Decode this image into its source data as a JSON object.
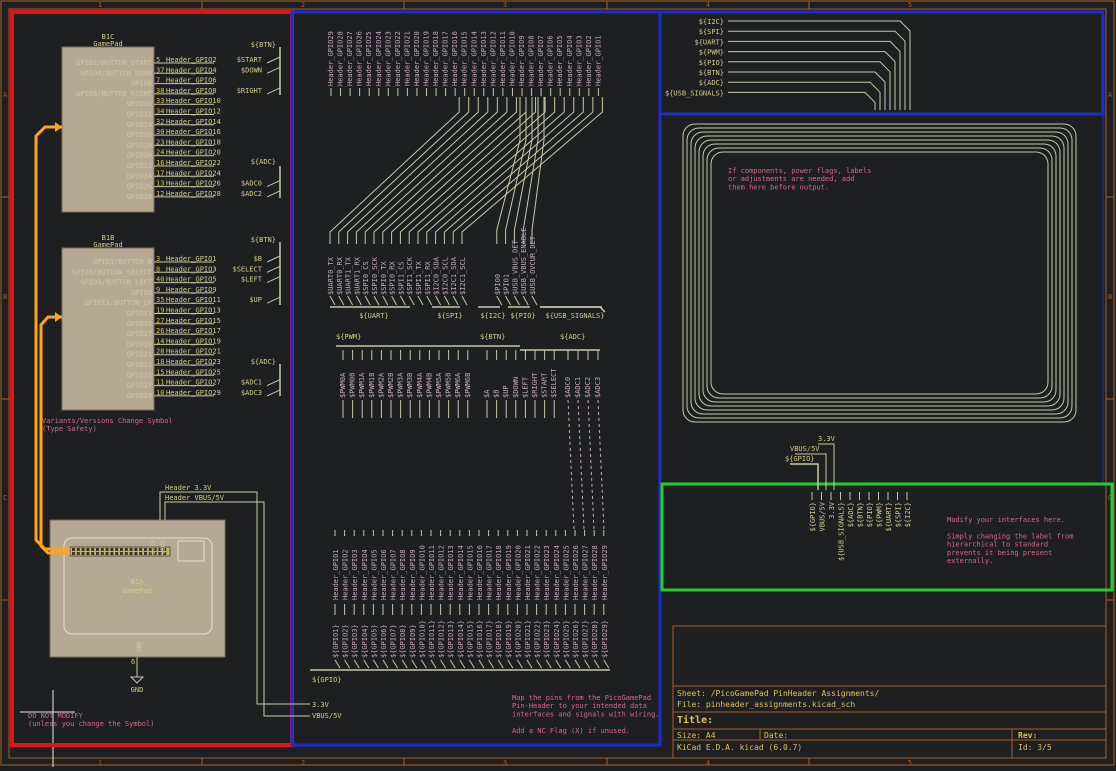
{
  "colors": {
    "bg": "#1d1f21",
    "frame": "#a95f25",
    "wire": "#c8c8a8",
    "label_red": "#c8aabe",
    "label_yellow": "#d4cb8c",
    "note_pink": "#d86a8a",
    "pin_num": "#e0c04c",
    "symbol_fill": "#b6a994",
    "box_red": "#e0151b",
    "box_blue": "#1a2bd0",
    "box_green": "#1fd02b",
    "orange_wire": "#ffa31a",
    "title_text": "#e0c060",
    "gpio_magenta": "#c33f9c"
  },
  "frame": {
    "col_labels": [
      "1",
      "2",
      "3",
      "4",
      "5"
    ],
    "row_labels": [
      "A",
      "B",
      "C"
    ]
  },
  "symbol_b1c": {
    "ref": "B1C",
    "name": "GamePad",
    "pins": [
      {
        "name": "GPIO2/BUTTON_START",
        "num": "5",
        "net": "Header_GPIO2",
        "label": "$START"
      },
      {
        "name": "GPIO4/BUTTON_DOWN",
        "num": "37",
        "net": "Header_GPIO4",
        "label": "$DOWN"
      },
      {
        "name": "GPIO6",
        "num": "7",
        "net": "Header_GPIO6",
        "label": ""
      },
      {
        "name": "GPIO8/BUTTON_RIGHT",
        "num": "38",
        "net": "Header_GPIO8",
        "label": "$RIGHT"
      },
      {
        "name": "GPIO10",
        "num": "33",
        "net": "Header_GPIO10",
        "label": ""
      },
      {
        "name": "GPIO12",
        "num": "34",
        "net": "Header_GPIO12",
        "label": ""
      },
      {
        "name": "GPIO14",
        "num": "32",
        "net": "Header_GPIO14",
        "label": ""
      },
      {
        "name": "GPIO16",
        "num": "30",
        "net": "Header_GPIO16",
        "label": ""
      },
      {
        "name": "GPIO18",
        "num": "23",
        "net": "Header_GPIO18",
        "label": ""
      },
      {
        "name": "GPIO20",
        "num": "24",
        "net": "Header_GPIO20",
        "label": ""
      },
      {
        "name": "GPIO22",
        "num": "16",
        "net": "Header_GPIO22",
        "label": ""
      },
      {
        "name": "GPIO24",
        "num": "17",
        "net": "Header_GPIO24",
        "label": ""
      },
      {
        "name": "GPIO26",
        "num": "13",
        "net": "Header_GPIO26",
        "label": "$ADC0"
      },
      {
        "name": "GPIO28",
        "num": "12",
        "net": "Header_GPIO28",
        "label": "$ADC2"
      }
    ],
    "bus_btn": "${BTN}",
    "bus_adc": "${ADC}"
  },
  "symbol_b1b": {
    "ref": "B1B",
    "name": "GamePad",
    "pins": [
      {
        "name": "GPIO1/BUTTON_B",
        "num": "3",
        "net": "Header_GPIO1",
        "label": "$B"
      },
      {
        "name": "GPIO3/BUTTON_SELECT",
        "num": "8",
        "net": "Header_GPIO3",
        "label": "$SELECT"
      },
      {
        "name": "GPIO5/BUTTON_LEFT",
        "num": "40",
        "net": "Header_GPIO5",
        "label": "$LEFT"
      },
      {
        "name": "GPIO9",
        "num": "9",
        "net": "Header_GPIO9",
        "label": ""
      },
      {
        "name": "GPIO11/BUTTON_UP",
        "num": "35",
        "net": "Header_GPIO11",
        "label": "$UP"
      },
      {
        "name": "GPIO13",
        "num": "19",
        "net": "Header_GPIO13",
        "label": ""
      },
      {
        "name": "GPIO15",
        "num": "27",
        "net": "Header_GPIO15",
        "label": ""
      },
      {
        "name": "GPIO17",
        "num": "26",
        "net": "Header_GPIO17",
        "label": ""
      },
      {
        "name": "GPIO19",
        "num": "14",
        "net": "Header_GPIO19",
        "label": ""
      },
      {
        "name": "GPIO21",
        "num": "28",
        "net": "Header_GPIO21",
        "label": ""
      },
      {
        "name": "GPIO23",
        "num": "18",
        "net": "Header_GPIO23",
        "label": ""
      },
      {
        "name": "GPIO25",
        "num": "15",
        "net": "Header_GPIO25",
        "label": ""
      },
      {
        "name": "GPIO27",
        "num": "11",
        "net": "Header_GPIO27",
        "label": "$ADC1"
      },
      {
        "name": "GPIO29",
        "num": "10",
        "net": "Header_GPIO29",
        "label": "$ADC3"
      }
    ],
    "bus_btn": "${BTN}",
    "bus_adc": "${ADC}"
  },
  "variants_note": [
    "Variants/Versions Change Symbol",
    "(Type Safety)"
  ],
  "symbol_b1a": {
    "ref": "B1A",
    "name": "GamePad",
    "pin_3v3": "3.3V",
    "pin_vbus": "VBUS",
    "gnd_pin": "GND",
    "gnd_num": "6",
    "gnd_label": "GND",
    "net_3v3": "Header_3.3V",
    "net_vbus": "Header_VBUS/5V"
  },
  "do_not_modify": [
    "DO NOT MODIFY",
    "(unless you change the Symbol)"
  ],
  "top_header_labels": [
    "Header_GPIO29",
    "Header_GPIO28",
    "Header_GPIO27",
    "Header_GPIO26",
    "Header_GPIO25",
    "Header_GPIO24",
    "Header_GPIO23",
    "Header_GPIO22",
    "Header_GPIO21",
    "Header_GPIO20",
    "Header_GPIO19",
    "Header_GPIO18",
    "Header_GPIO17",
    "Header_GPIO16",
    "Header_GPIO15",
    "Header_GPIO14",
    "Header_GPIO13",
    "Header_GPIO12",
    "Header_GPIO11",
    "Header_GPIO10",
    "Header_GPIO9",
    "Header_GPIO8",
    "Header_GPIO7",
    "Header_GPIO6",
    "Header_GPIO5",
    "Header_GPIO4",
    "Header_GPIO3",
    "Header_GPIO2",
    "Header_GPIO1"
  ],
  "bus_entry_labels": [
    "$UART0_TX",
    "$UART0_RX",
    "$UART1_TX",
    "$UART1_RX",
    "$SPI0_CS",
    "$SPI0_SCK",
    "$SPI0_TX",
    "$SPI0_RX",
    "$SPI1_CS",
    "$SPI1_SCK",
    "$SPI1_TX",
    "$SPI1_RX",
    "$I2C0_SDA",
    "$I2C0_SCL",
    "$I2C1_SDA",
    "$I2C1_SCL",
    "$PIO0",
    "$PIO1",
    "$USB_VBUS_DET",
    "$USB_VBUS_ENABLE",
    "$USB_OVCUR_DET"
  ],
  "bus_groups_mid": [
    "${UART}",
    "${SPI}",
    "${I2C}",
    "${PIO}",
    "${USB_SIGNALS}"
  ],
  "bus_groups_low": [
    "${PWM}",
    "${BTN}",
    "${ADC}"
  ],
  "pwm_labels": [
    "$PWM0A",
    "$PWM0B",
    "$PWM1A",
    "$PWM1B",
    "$PWM2A",
    "$PWM2B",
    "$PWM3A",
    "$PWM3B",
    "$PWM4A",
    "$PWM4B",
    "$PWM5A",
    "$PWM5B",
    "$PWM6A",
    "$PWM6B"
  ],
  "btn_labels": [
    "$A",
    "$B",
    "$UP",
    "$DOWN",
    "$LEFT",
    "$RIGHT",
    "$START",
    "$SELECT"
  ],
  "adc_labels": [
    "$ADC0",
    "$ADC1",
    "$ADC2",
    "$ADC3"
  ],
  "bottom_header_labels": [
    "Header_GPIO1",
    "Header_GPIO2",
    "Header_GPIO3",
    "Header_GPIO4",
    "Header_GPIO5",
    "Header_GPIO6",
    "Header_GPIO7",
    "Header_GPIO8",
    "Header_GPIO9",
    "Header_GPIO10",
    "Header_GPIO11",
    "Header_GPIO12",
    "Header_GPIO13",
    "Header_GPIO14",
    "Header_GPIO15",
    "Header_GPIO16",
    "Header_GPIO17",
    "Header_GPIO18",
    "Header_GPIO19",
    "Header_GPIO20",
    "Header_GPIO21",
    "Header_GPIO22",
    "Header_GPIO23",
    "Header_GPIO24",
    "Header_GPIO25",
    "Header_GPIO26",
    "Header_GPIO27",
    "Header_GPIO28",
    "Header_GPIO29"
  ],
  "bottom_gpio_labels": [
    "${GPIO1}",
    "${GPIO2}",
    "${GPIO3}",
    "${GPIO4}",
    "${GPIO5}",
    "${GPIO6}",
    "${GPIO7}",
    "${GPIO8}",
    "${GPIO9}",
    "${GPIO10}",
    "${GPIO11}",
    "${GPIO12}",
    "${GPIO13}",
    "${GPIO14}",
    "${GPIO15}",
    "${GPIO16}",
    "${GPIO17}",
    "${GPIO18}",
    "${GPIO19}",
    "${GPIO20}",
    "${GPIO21}",
    "${GPIO22}",
    "${GPIO23}",
    "${GPIO24}",
    "${GPIO25}",
    "${GPIO26}",
    "${GPIO27}",
    "${GPIO28}",
    "${GPIO29}"
  ],
  "gpio_bus": "${GPIO}",
  "power_out": {
    "v33": "3.3V",
    "vbus": "VBUS/5V"
  },
  "map_note": [
    "Map the pins from the PicoGamePad",
    "Pin-Header to your intended data",
    "interfaces and signals with wiring.",
    "",
    "Add a NC Flag (X) if unused."
  ],
  "right_bus_labels": [
    "${I2C}",
    "${SPI}",
    "${UART}",
    "${PWM}",
    "${PIO}",
    "${BTN}",
    "${ADC}",
    "${USB_SIGNALS}"
  ],
  "components_note": [
    "If components, power flags, labels",
    "or adjustments are needed, add",
    "them here before output."
  ],
  "right_power": {
    "v33": "3.3V",
    "vbus": "VBUS/5V",
    "gpio": "${GPIO}"
  },
  "interface_labels": [
    "${GPIO}",
    "VBUS/5V",
    "3.3V",
    "${USB_SIGNALS}",
    "${ADC}",
    "${BTN}",
    "${PIO}",
    "${PWM}",
    "${UART}",
    "${SPI}",
    "${I2C}"
  ],
  "modify_note": [
    "Modify your interfaces here.",
    "",
    "Simply changing the label from",
    "hierarchical to standard",
    "prevents it being present",
    "externally."
  ],
  "title_block": {
    "sheet": "Sheet: /PicoGamePad PinHeader Assignments/",
    "file": "File: pinheader_assignments.kicad_sch",
    "title": "Title:",
    "size": "Size: A4",
    "date": "Date:",
    "rev": "Rev:",
    "kicad": "KiCad E.D.A.  kicad (6.0.7)",
    "id": "Id: 3/5"
  }
}
